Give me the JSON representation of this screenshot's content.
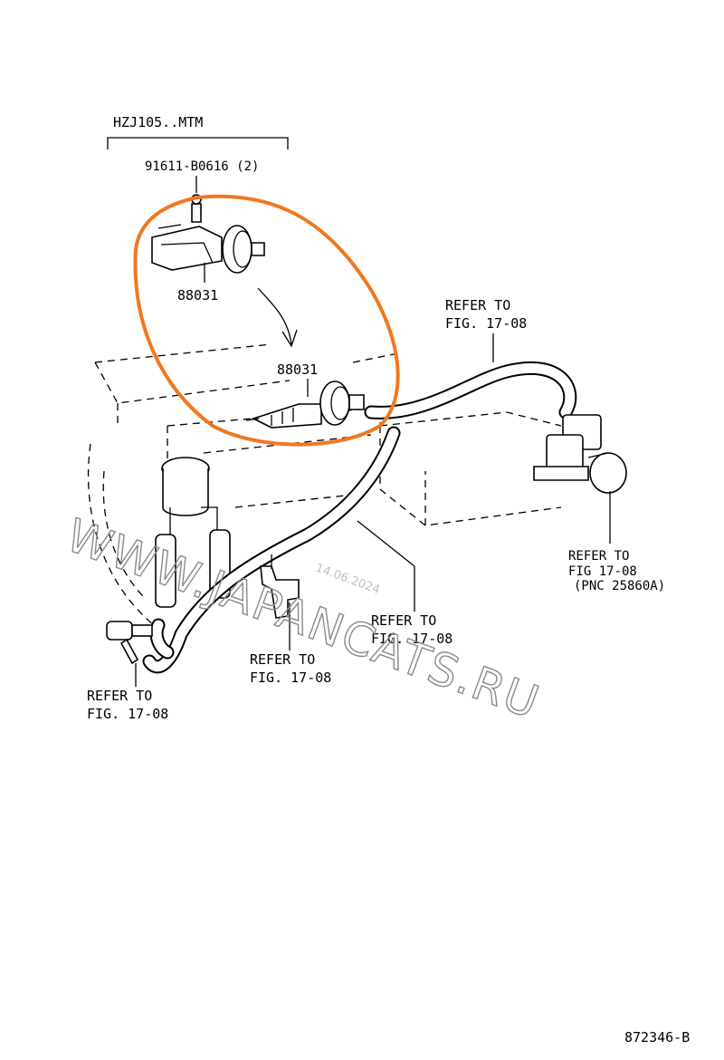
{
  "header": {
    "model": "HZJ105..MTM",
    "bolt_part": "91611-B0616 (2)"
  },
  "parts": {
    "actuator_upper": "88031",
    "actuator_lower": "88031"
  },
  "refs": {
    "top_right": [
      "REFER TO",
      "FIG. 17-08"
    ],
    "right_valve": [
      "REFER TO",
      "FIG 17-08",
      "(PNC 25860A)"
    ],
    "center_right": [
      "REFER TO",
      "FIG. 17-08"
    ],
    "center": [
      "REFER TO",
      "FIG. 17-08"
    ],
    "left": [
      "REFER TO",
      "FIG. 17-08"
    ]
  },
  "watermark": "WWW.JAPANCATS.RU",
  "date_stamp": "14.06.2024",
  "diagram_code": "872346-B",
  "colors": {
    "highlight": "#f07820",
    "line": "#000000",
    "watermark": "#8a8a8a"
  }
}
